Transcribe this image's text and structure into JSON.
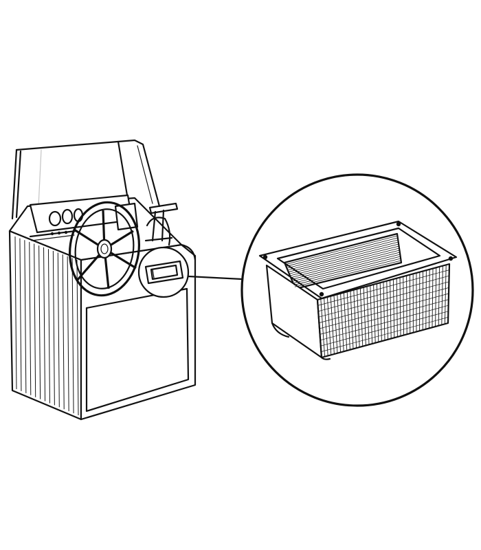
{
  "figure": {
    "subject": "cabinet-with-control-panel-and-magnified-basket",
    "colors": {
      "ink": "#111111",
      "paper": "#ffffff"
    },
    "parts": {
      "cabinet": "cabinet-body",
      "windshield": "windshield",
      "control_panel": "control-panel",
      "wheel": "steering-wheel",
      "throttle": "throttle-lever",
      "mounted_box": "mounted-box",
      "detail_circle": "detail-circle",
      "basket": "mesh-basket"
    }
  }
}
